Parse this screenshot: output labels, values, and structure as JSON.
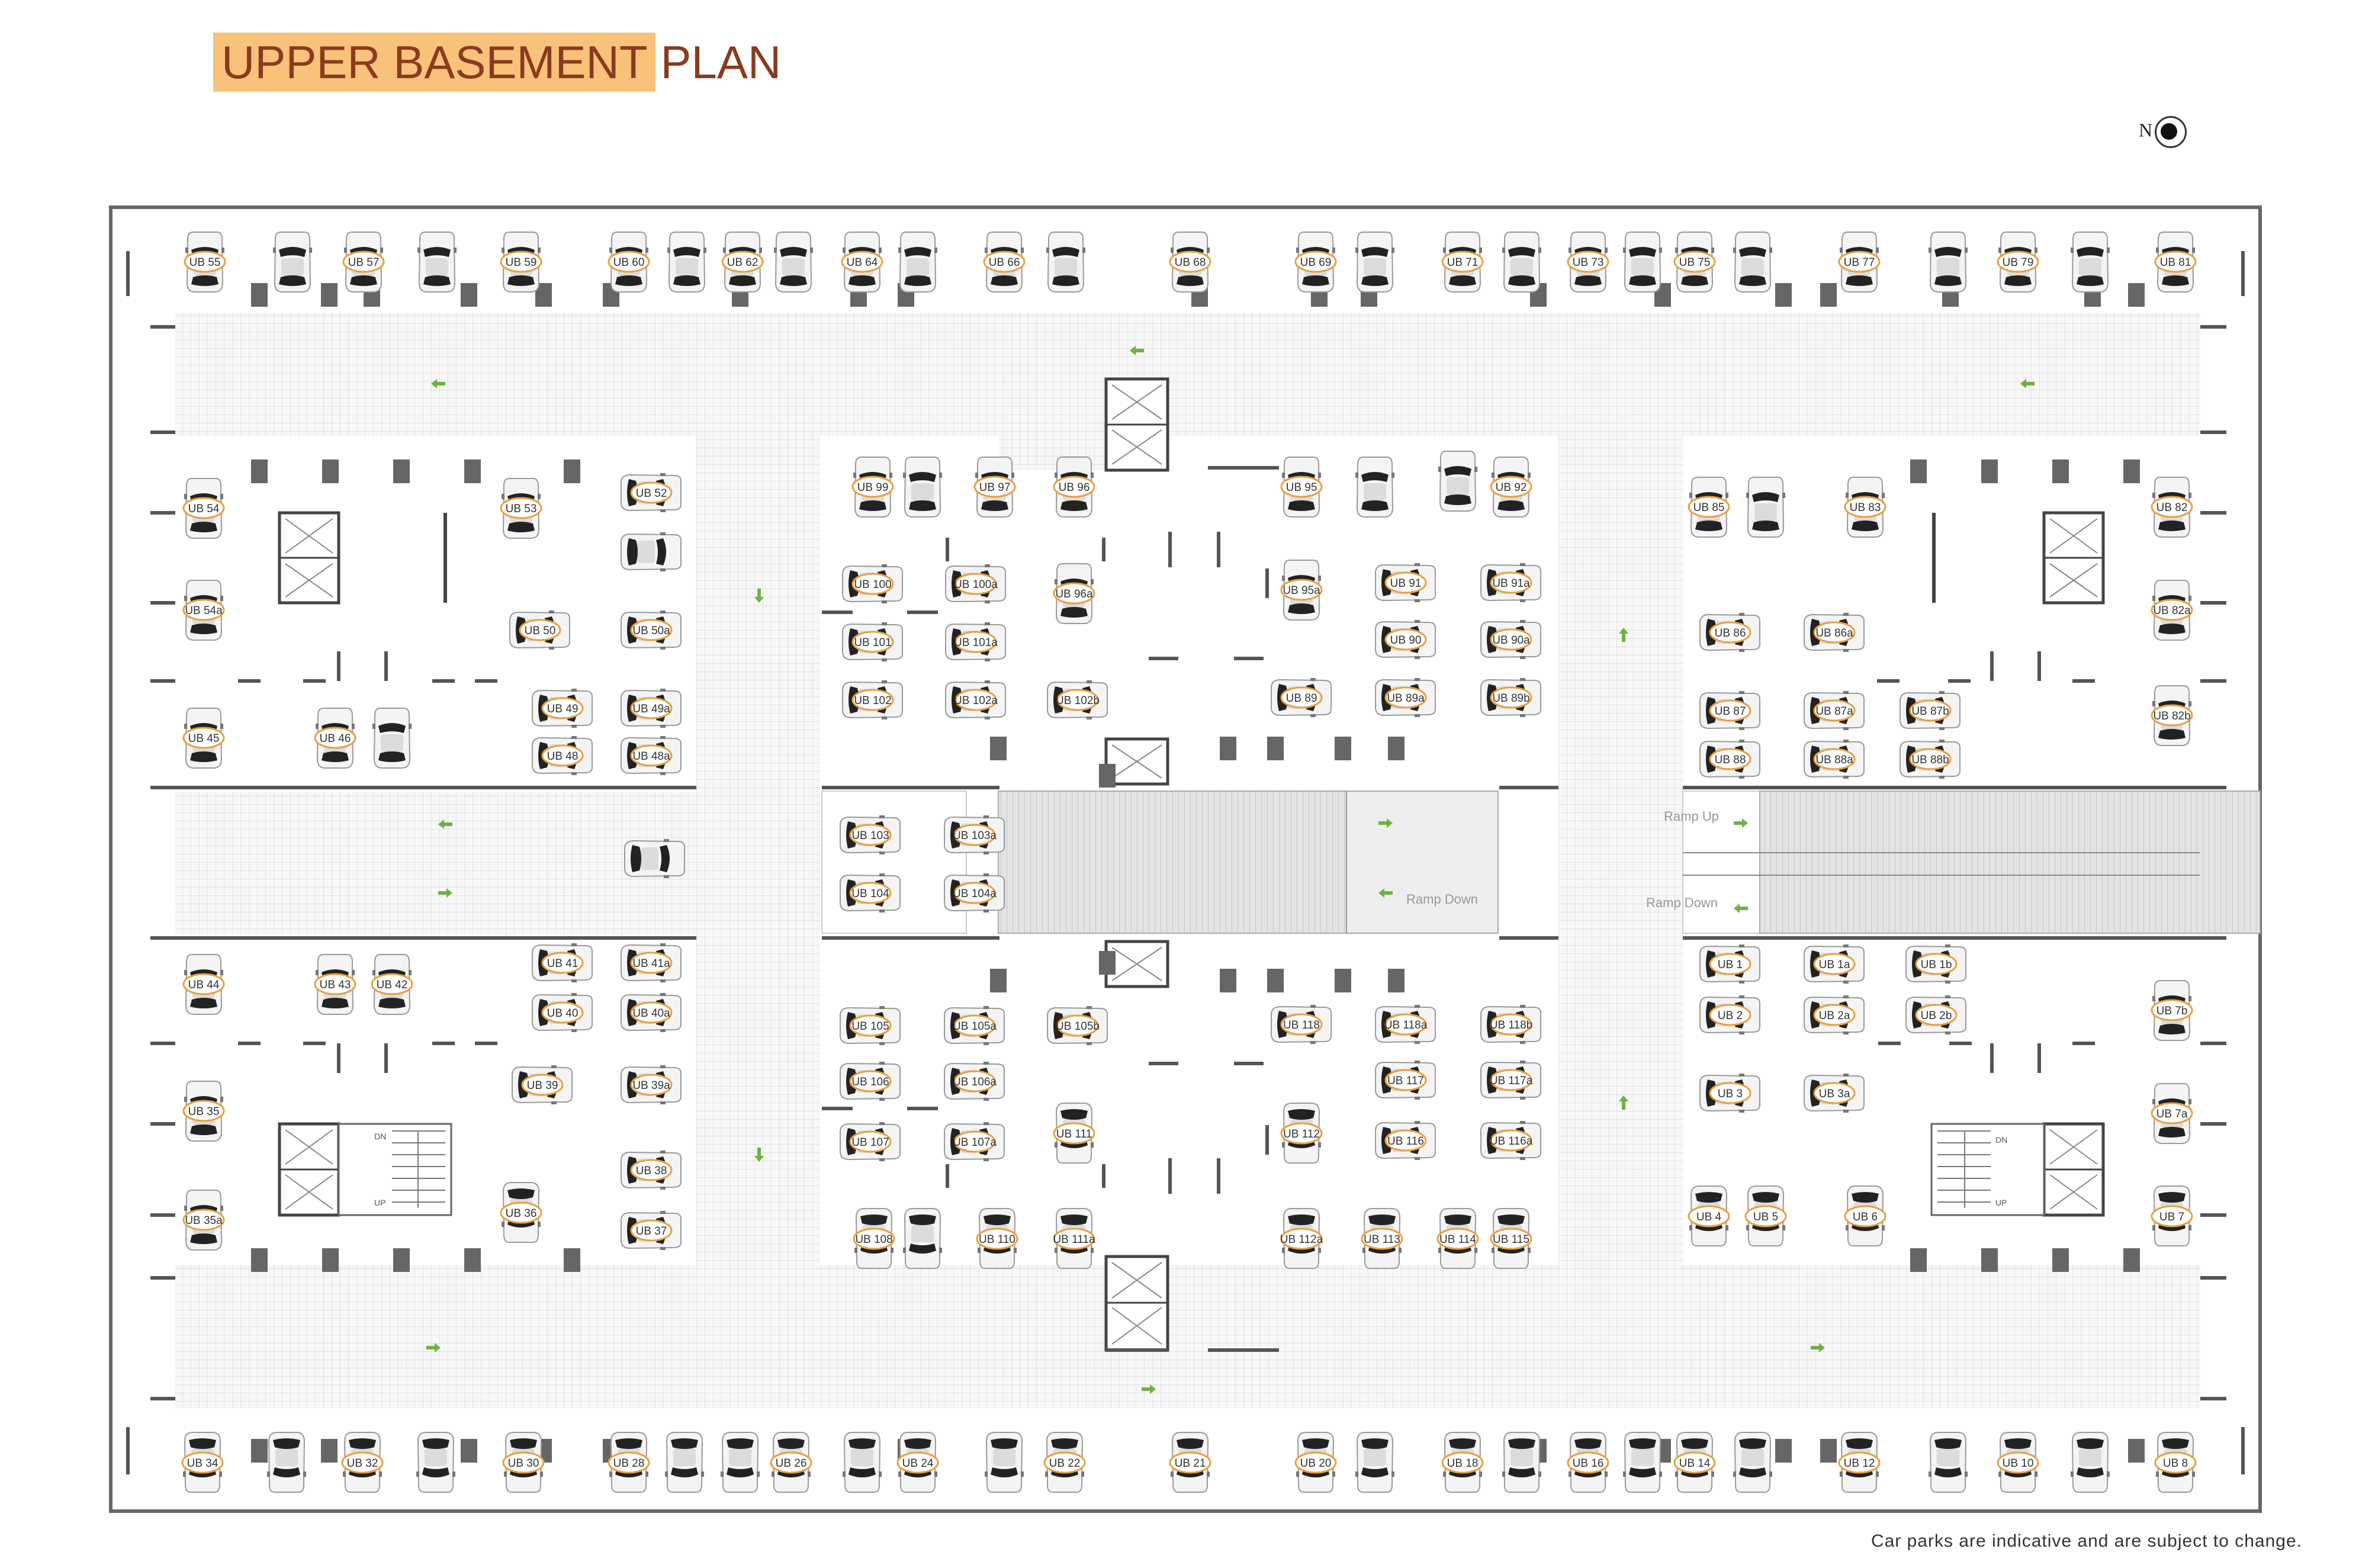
{
  "title": {
    "highlight": "UPPER BASEMENT",
    "rest": "PLAN"
  },
  "compass": {
    "letter": "N"
  },
  "footnote": "Car parks are indicative and are subject to change.",
  "ramps": {
    "up": "Ramp Up",
    "down_right": "Ramp Down",
    "down_center": "Ramp Down"
  },
  "stairs": {
    "dn": "DN",
    "up": "UP"
  },
  "colors": {
    "title_bg": "#f9c27a",
    "title_text": "#8a3b1e",
    "label_ring": "#e8a040",
    "arrow": "#6cb33f",
    "boundary": "#666666"
  },
  "parking": {
    "top_row": [
      "UB 55",
      "UB 57",
      "UB 59",
      "UB 60",
      "UB 62",
      "UB 64",
      "UB 66",
      "UB 68",
      "UB 69",
      "UB 71",
      "UB 73",
      "UB 75",
      "UB 77",
      "UB 79",
      "UB 81"
    ],
    "bottom_row": [
      "UB 34",
      "UB 32",
      "UB 30",
      "UB 28",
      "UB 26",
      "UB 24",
      "UB 22",
      "UB 21",
      "UB 20",
      "UB 18",
      "UB 16",
      "UB 14",
      "UB 12",
      "UB 10",
      "UB 8"
    ],
    "left_upper": [
      "UB 54",
      "UB 53",
      "UB 52",
      "UB 54a",
      "UB 50",
      "UB 50a",
      "UB 49",
      "UB 49a",
      "UB 48",
      "UB 48a",
      "UB 45",
      "UB 46"
    ],
    "left_lower": [
      "UB 44",
      "UB 43",
      "UB 42",
      "UB 41",
      "UB 41a",
      "UB 40",
      "UB 40a",
      "UB 35",
      "UB 39",
      "UB 39a",
      "UB 38",
      "UB 35a",
      "UB 36",
      "UB 37"
    ],
    "center_upper": [
      "UB 99",
      "UB 97",
      "UB 96",
      "UB 95",
      "UB 92",
      "UB 100",
      "UB 100a",
      "UB 96a",
      "UB 95a",
      "UB 91",
      "UB 91a",
      "UB 101",
      "UB 101a",
      "UB 90",
      "UB 90a",
      "UB 102",
      "UB 102a",
      "UB 102b",
      "UB 89",
      "UB 89a",
      "UB 89b"
    ],
    "center_mid": [
      "UB 103",
      "UB 103a",
      "UB 104",
      "UB 104a"
    ],
    "center_lower": [
      "UB 105",
      "UB 105a",
      "UB 105b",
      "UB 118",
      "UB 118a",
      "UB 118b",
      "UB 106",
      "UB 106a",
      "UB 117",
      "UB 117a",
      "UB 107",
      "UB 107a",
      "UB 111",
      "UB 112",
      "UB 116",
      "UB 116a",
      "UB 108",
      "UB 110",
      "UB 111a",
      "UB 112a",
      "UB 113",
      "UB 114",
      "UB 115"
    ],
    "right_upper": [
      "UB 85",
      "UB 83",
      "UB 82",
      "UB 86",
      "UB 86a",
      "UB 82a",
      "UB 87",
      "UB 87a",
      "UB 87b",
      "UB 82b",
      "UB 88",
      "UB 88a",
      "UB 88b"
    ],
    "right_lower": [
      "UB 1",
      "UB 1a",
      "UB 1b",
      "UB 2",
      "UB 2a",
      "UB 2b",
      "UB 7b",
      "UB 3",
      "UB 3a",
      "UB 7a",
      "UB 4",
      "UB 5",
      "UB 6",
      "UB 7"
    ]
  }
}
